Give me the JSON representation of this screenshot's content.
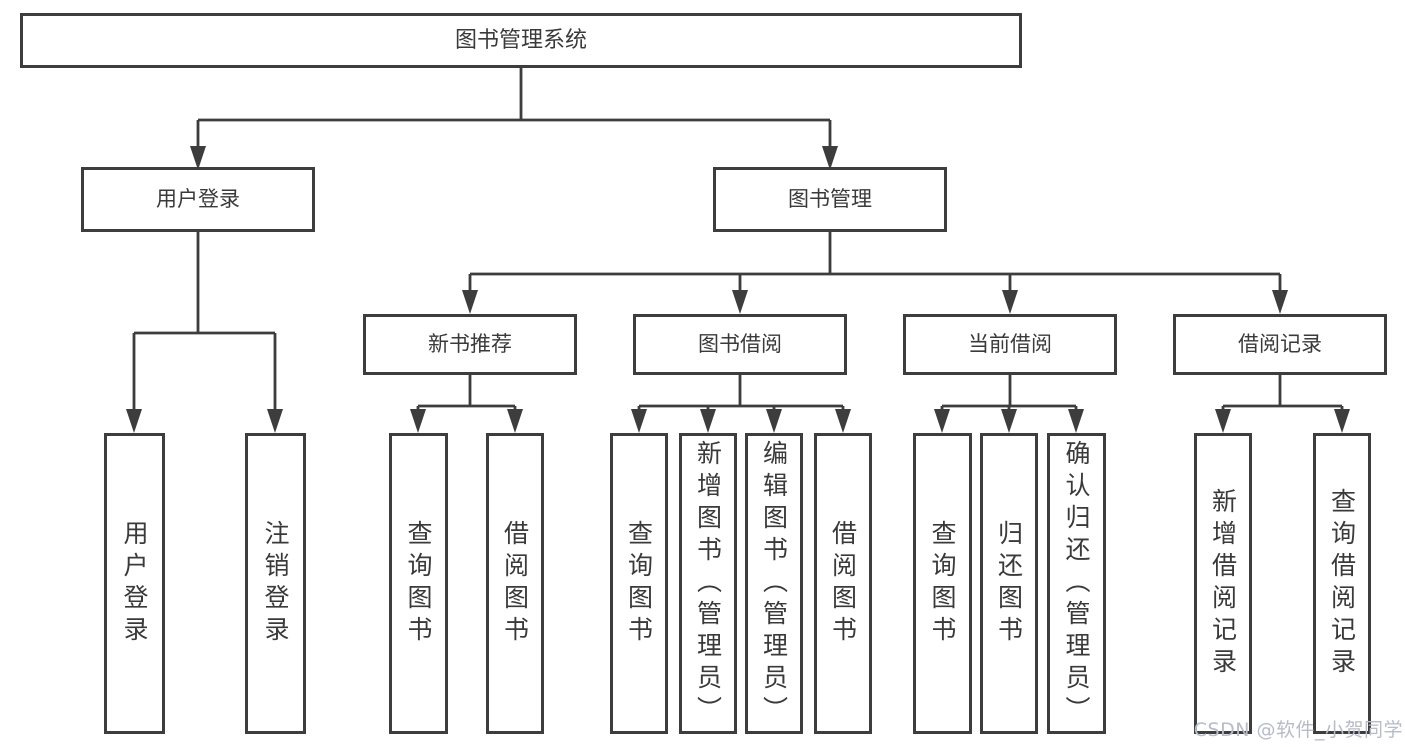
{
  "diagram": {
    "type": "hierarchy-tree",
    "colors": {
      "line": "#3d3d3d",
      "box_border": "#3d3d3d",
      "text": "#3a3a3a",
      "background": "#ffffff",
      "watermark": "#b7bbca"
    }
  },
  "tree": {
    "root": {
      "label": "图书管理系统"
    },
    "branches": [
      {
        "label": "用户登录",
        "children": [
          {
            "label": "用户登录"
          },
          {
            "label": "注销登录"
          }
        ]
      },
      {
        "label": "图书管理",
        "children": [
          {
            "label": "新书推荐",
            "children": [
              {
                "label": "查询图书"
              },
              {
                "label": "借阅图书"
              }
            ]
          },
          {
            "label": "图书借阅",
            "children": [
              {
                "label": "查询图书"
              },
              {
                "label": "新增图书（管理员）"
              },
              {
                "label": "编辑图书（管理员）"
              },
              {
                "label": "借阅图书"
              }
            ]
          },
          {
            "label": "当前借阅",
            "children": [
              {
                "label": "查询图书"
              },
              {
                "label": "归还图书"
              },
              {
                "label": "确认归还（管理员）"
              }
            ]
          },
          {
            "label": "借阅记录",
            "children": [
              {
                "label": "新增借阅记录"
              },
              {
                "label": "查询借阅记录"
              }
            ]
          }
        ]
      }
    ]
  },
  "watermark": {
    "text": "CSDN @软件_小贺同学",
    "color": "#b7bbca"
  }
}
